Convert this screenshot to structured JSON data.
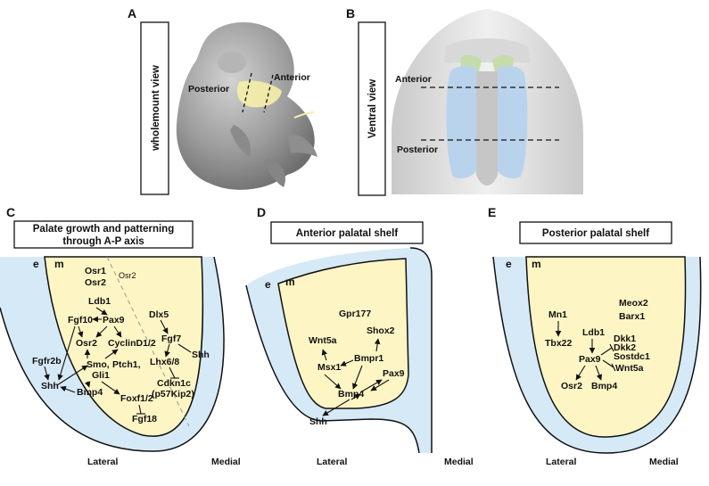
{
  "panels": {
    "A": "A",
    "B": "B",
    "C": "C",
    "D": "D",
    "E": "E"
  },
  "panel_a": {
    "view_label": "wholemount view",
    "posterior": "Posterior",
    "anterior": "Anterior"
  },
  "panel_b": {
    "view_label": "Ventral view",
    "anterior": "Anterior",
    "posterior": "Posterior"
  },
  "panel_c": {
    "title_line1": "Palate growth and patterning",
    "title_line2": "through A-P axis",
    "e": "e",
    "m": "m",
    "lateral": "Lateral",
    "medial": "Medial",
    "genes": {
      "osr1": "Osr1",
      "osr2_top": "Osr2",
      "osr2_small": "Osr2",
      "ldb1": "Ldb1",
      "fgf10": "Fgf10",
      "pax9": "Pax9",
      "osr2_mid": "Osr2",
      "cyclin": "CyclinD1/2",
      "smo": "Smo,",
      "ptch1": "Ptch1,",
      "gli1": "Gli1",
      "fgfr2b": "Fgfr2b",
      "shh_left": "Shh",
      "bmp4": "Bmp4",
      "foxf": "Foxf1/2",
      "fgf18": "Fgf18",
      "dlx5": "Dlx5",
      "fgf7": "Fgf7",
      "shh_right": "Shh",
      "lhx": "Lhx6/8",
      "cdkn1c": "Cdkn1c",
      "p57": "(p57Kip2)"
    }
  },
  "panel_d": {
    "title": "Anterior palatal shelf",
    "e": "e",
    "m": "m",
    "lateral": "Lateral",
    "medial": "Medial",
    "genes": {
      "gpr177": "Gpr177",
      "shox2": "Shox2",
      "wnt5a": "Wnt5a",
      "bmpr1": "Bmpr1",
      "msx1": "Msx1",
      "pax9": "Pax9",
      "bmp4": "Bmp4",
      "shh": "Shh"
    }
  },
  "panel_e": {
    "title": "Posterior palatal shelf",
    "e": "e",
    "m": "m",
    "lateral": "Lateral",
    "medial": "Medial",
    "genes": {
      "meox2": "Meox2",
      "barx1": "Barx1",
      "mn1": "Mn1",
      "tbx22": "Tbx22",
      "ldb1": "Ldb1",
      "dkk1": "Dkk1",
      "dkk2": "Dkk2",
      "sostdc1": "Sostdc1",
      "pax9": "Pax9",
      "wnt5a": "Wnt5a",
      "osr2": "Osr2",
      "bmp4": "Bmp4"
    }
  },
  "colors": {
    "epithelium": "#d6e9f6",
    "mesenchyme": "#fdf5c4",
    "palate_blue": "#b9d3ec",
    "palate_green": "#c4dca9"
  }
}
